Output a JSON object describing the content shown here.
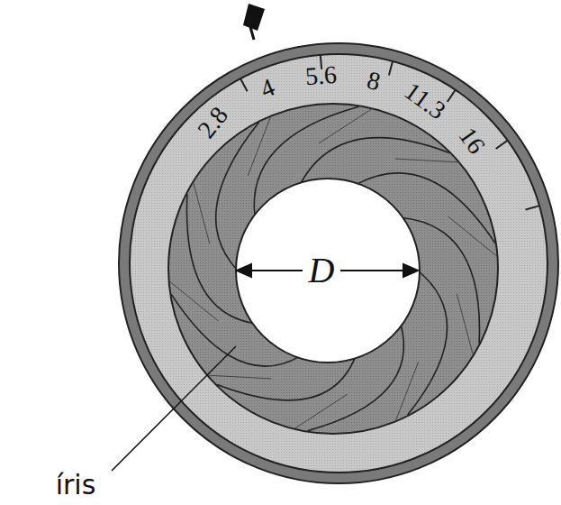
{
  "diagram": {
    "labels": [
      "2.8",
      "4",
      "5.6",
      "8",
      "11.3",
      "16",
      "D",
      "íris"
    ]
  }
}
